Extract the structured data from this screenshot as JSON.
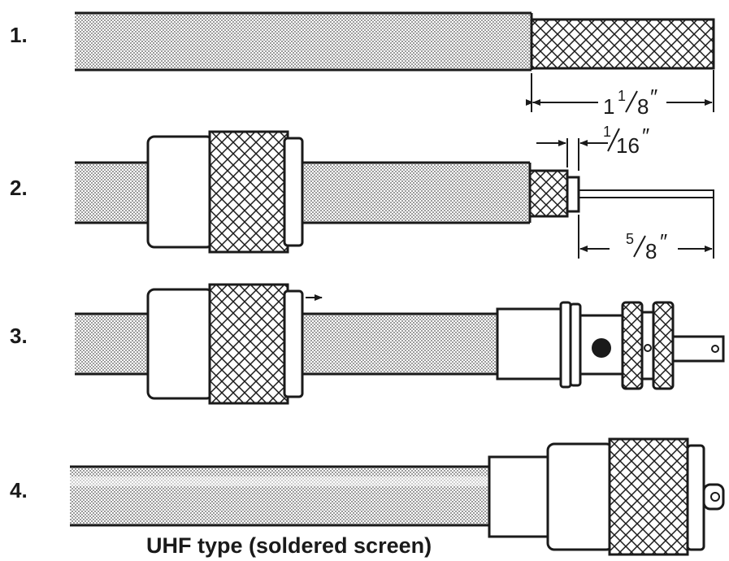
{
  "steps": [
    {
      "number": "1."
    },
    {
      "number": "2."
    },
    {
      "number": "3."
    },
    {
      "number": "4."
    }
  ],
  "dimensions": {
    "braid_strip": {
      "whole": "1",
      "numerator": "1",
      "denominator": "8",
      "mark": "″"
    },
    "gap": {
      "numerator": "1",
      "denominator": "16",
      "mark": "″"
    },
    "conductor": {
      "numerator": "5",
      "denominator": "8",
      "mark": "″"
    }
  },
  "caption": "UHF type (soldered screen)",
  "colors": {
    "ink": "#1a1a1a",
    "paper": "#ffffff"
  },
  "icons": [
    "arrow-right-icon"
  ]
}
